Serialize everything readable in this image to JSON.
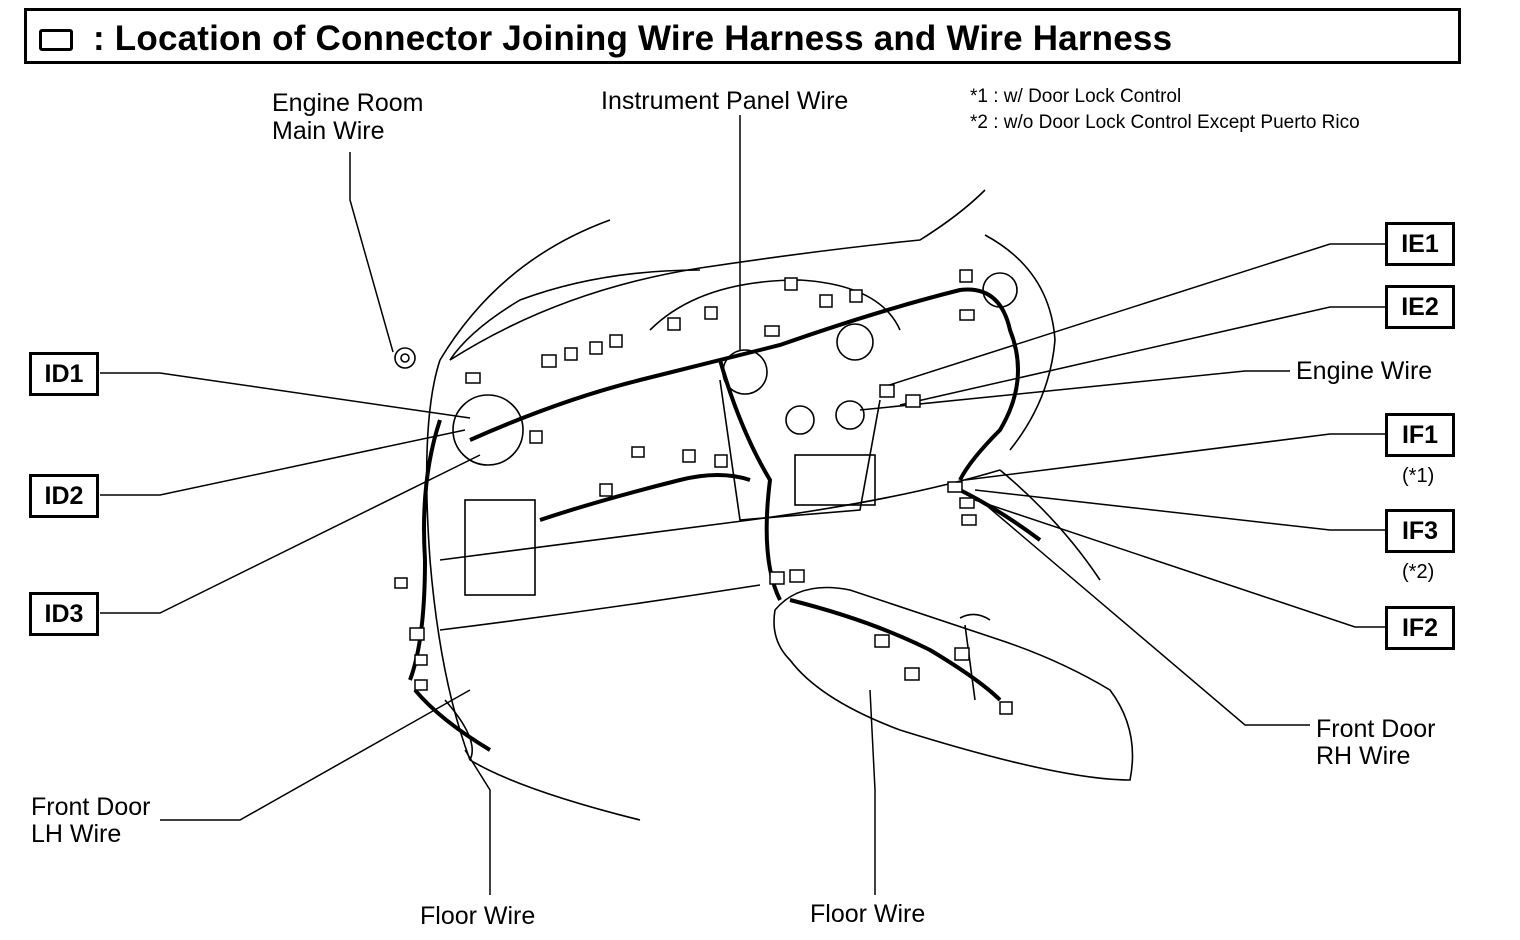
{
  "title": ": Location of Connector Joining Wire Harness and Wire Harness",
  "notes": {
    "note1": "*1 : w/ Door Lock Control",
    "note2": "*2 : w/o Door Lock Control Except Puerto Rico"
  },
  "labels": {
    "engine_room_line1": "Engine Room",
    "engine_room_line2": "Main Wire",
    "instrument_panel": "Instrument Panel Wire",
    "engine_wire": "Engine Wire",
    "front_door_rh_line1": "Front Door",
    "front_door_rh_line2": "RH Wire",
    "front_door_lh_line1": "Front Door",
    "front_door_lh_line2": "LH Wire",
    "floor_wire_left": "Floor Wire",
    "floor_wire_right": "Floor Wire"
  },
  "connectors": {
    "id1": "ID1",
    "id2": "ID2",
    "id3": "ID3",
    "ie1": "IE1",
    "ie2": "IE2",
    "if1": "IF1",
    "if3": "IF3",
    "if2": "IF2",
    "if1_sub": "(*1)",
    "if3_sub": "(*2)"
  }
}
